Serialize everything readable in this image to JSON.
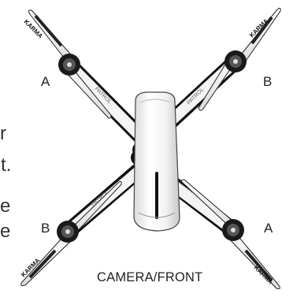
{
  "labels": {
    "front_left": "A",
    "front_right": "B",
    "rear_left": "B",
    "rear_right": "A"
  },
  "caption": "CAMERA/FRONT",
  "fragments": [
    "r",
    "t.",
    "e",
    "e"
  ],
  "arm_print": "PATROL",
  "blade_print": "KARMA"
}
